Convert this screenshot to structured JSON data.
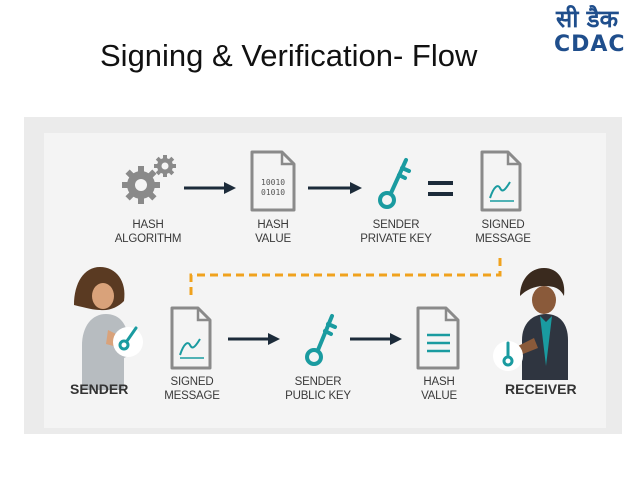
{
  "title": "Signing & Verification- Flow",
  "logo": {
    "hindi": "सी डैक",
    "english": "CDAC"
  },
  "icons": {
    "hash_algorithm": "gears-icon",
    "hash_value": "binary-document-icon",
    "sender_private_key": "key-icon",
    "equals": "equals-icon",
    "signed_message": "signed-document-icon",
    "sender_public_key": "key-icon",
    "hash_value_bottom": "text-document-icon"
  },
  "binary_text": {
    "line1": "10010",
    "line2": "01010"
  },
  "top_row": {
    "hash_algorithm": "HASH\nALGORITHM",
    "hash_value": "HASH\nVALUE",
    "sender_private_key": "SENDER\nPRIVATE KEY",
    "signed_message": "SIGNED\nMESSAGE"
  },
  "bottom_row": {
    "sender": "SENDER",
    "signed_message": "SIGNED\nMESSAGE",
    "sender_public_key": "SENDER\nPUBLIC KEY",
    "hash_value": "HASH\nVALUE",
    "receiver": "RECEIVER"
  },
  "colors": {
    "accent_teal": "#1a9ba0",
    "icon_gray": "#8a8a8a",
    "arrow_dark": "#1c2b3a",
    "dashed_orange": "#f0a21e",
    "panel_bg": "#ebebeb",
    "logo_blue": "#1f4e8c"
  }
}
